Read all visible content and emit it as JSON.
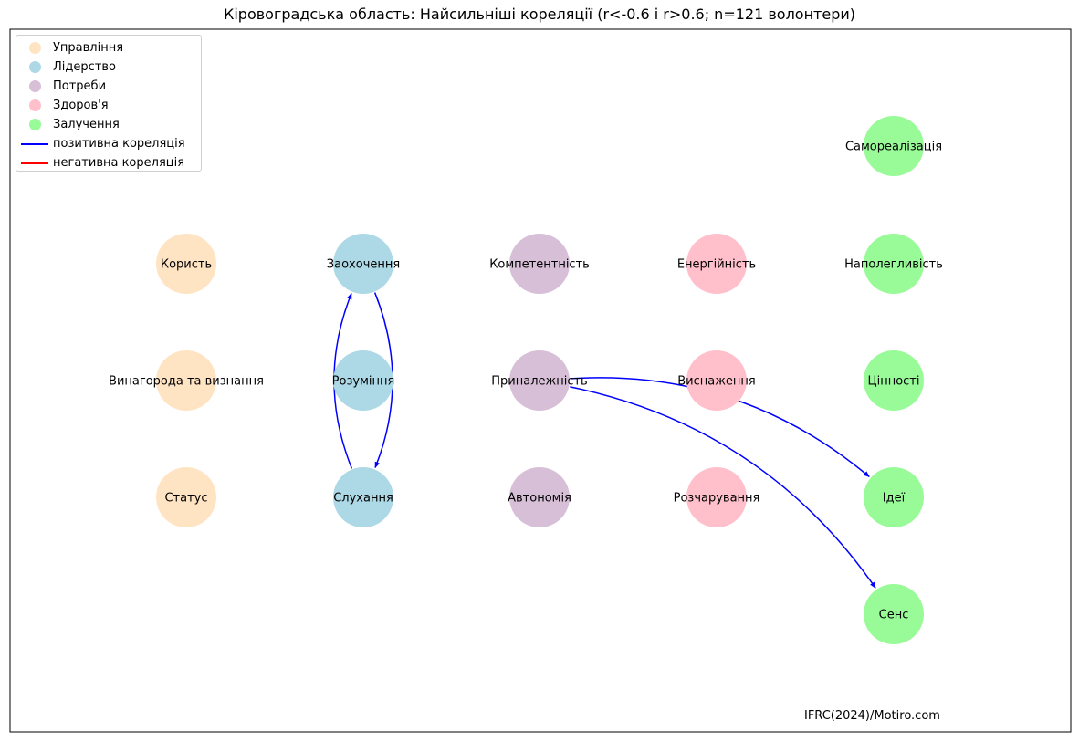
{
  "title": "Кіровоградська область: Найсильніші кореляції (r<-0.6 і r>0.6; n=121 волонтери)",
  "credit": "IFRC(2024)/Motiro.com",
  "colors": {
    "Управління": "#ffe4c4",
    "Лідерство": "#add8e6",
    "Потреби": "#d8bfd8",
    "Здоров'я": "#ffc0cb",
    "Залучення": "#98fb98",
    "positive": "#0000ff",
    "negative": "#ff0000"
  },
  "legend": [
    {
      "label": "Управління",
      "kind": "dot",
      "color": "#ffe4c4"
    },
    {
      "label": "Лідерство",
      "kind": "dot",
      "color": "#add8e6"
    },
    {
      "label": "Потреби",
      "kind": "dot",
      "color": "#d8bfd8"
    },
    {
      "label": "Здоров'я",
      "kind": "dot",
      "color": "#ffc0cb"
    },
    {
      "label": "Залучення",
      "kind": "dot",
      "color": "#98fb98"
    },
    {
      "label": "позитивна кореляція",
      "kind": "line",
      "color": "#0000ff"
    },
    {
      "label": "негативна кореляція",
      "kind": "line",
      "color": "#ff0000"
    }
  ],
  "nodes": [
    {
      "id": "korist",
      "label": "Користь",
      "group": "Управління"
    },
    {
      "id": "vynagoroda",
      "label": "Винагорода та визнання",
      "group": "Управління"
    },
    {
      "id": "status",
      "label": "Статус",
      "group": "Управління"
    },
    {
      "id": "zaokhochennia",
      "label": "Заохочення",
      "group": "Лідерство"
    },
    {
      "id": "rozuminnia",
      "label": "Розуміння",
      "group": "Лідерство"
    },
    {
      "id": "slukhannia",
      "label": "Слухання",
      "group": "Лідерство"
    },
    {
      "id": "kompetentnist",
      "label": "Компетентність",
      "group": "Потреби"
    },
    {
      "id": "prynalezhnist",
      "label": "Приналежність",
      "group": "Потреби"
    },
    {
      "id": "avtonomiia",
      "label": "Автономія",
      "group": "Потреби"
    },
    {
      "id": "enerhiinist",
      "label": "Енергійність",
      "group": "Здоров'я"
    },
    {
      "id": "vysnazhennia",
      "label": "Виснаження",
      "group": "Здоров'я"
    },
    {
      "id": "rozcharuvannia",
      "label": "Розчарування",
      "group": "Здоров'я"
    },
    {
      "id": "samorealizatsiia",
      "label": "Самореалізація",
      "group": "Залучення"
    },
    {
      "id": "napolehlyvist",
      "label": "Наполегливість",
      "group": "Залучення"
    },
    {
      "id": "tsinnosti",
      "label": "Цінності",
      "group": "Залучення"
    },
    {
      "id": "idei",
      "label": "Ідеї",
      "group": "Залучення"
    },
    {
      "id": "sens",
      "label": "Сенс",
      "group": "Залучення"
    }
  ],
  "edges": [
    {
      "from": "zaokhochennia",
      "to": "slukhannia",
      "sign": "positive"
    },
    {
      "from": "slukhannia",
      "to": "zaokhochennia",
      "sign": "positive"
    },
    {
      "from": "prynalezhnist",
      "to": "idei",
      "sign": "positive"
    },
    {
      "from": "prynalezhnist",
      "to": "sens",
      "sign": "positive"
    }
  ]
}
